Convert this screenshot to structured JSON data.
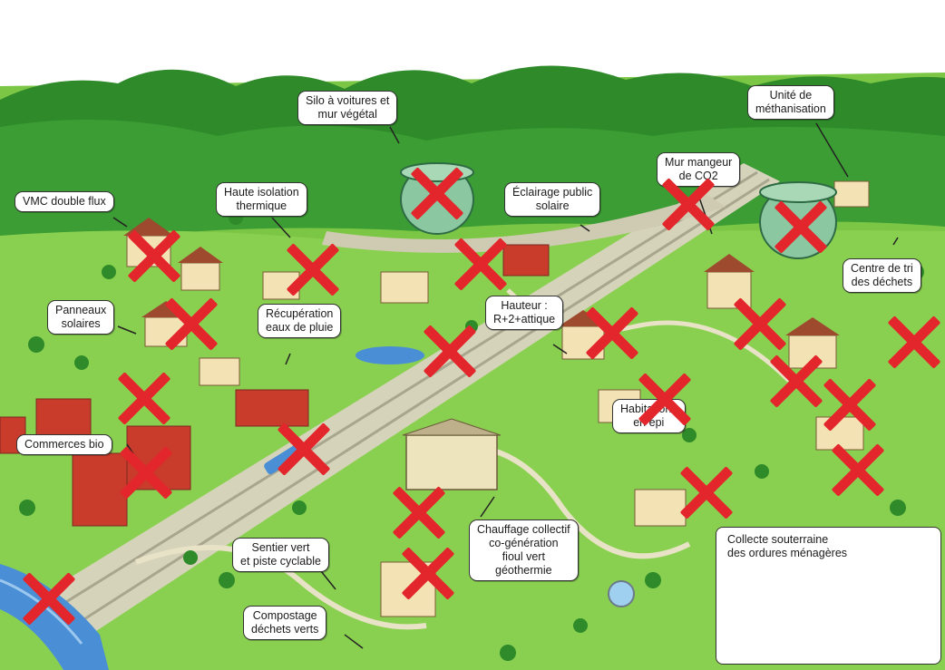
{
  "labels": {
    "silo": "Silo à voitures et\nmur végétal",
    "methanisation": "Unité de\nméthanisation",
    "vmc": "VMC double flux",
    "isolation": "Haute isolation\nthermique",
    "eclairage": "Éclairage public\nsolaire",
    "mur_co2": "Mur mangeur\nde CO2",
    "tri": "Centre de tri\ndes déchets",
    "panneaux": "Panneaux\nsolaires",
    "recuperation": "Récupération\neaux de pluie",
    "hauteur": "Hauteur :\nR+2+attique",
    "habitations": "Habitations\nen épi",
    "commerces": "Commerces bio",
    "sentier": "Sentier vert\net piste cyclable",
    "chauffage": "Chauffage collectif\nco-génération\nfioul vert\ngéothermie",
    "compostage": "Compostage\ndéchets verts"
  },
  "inset": {
    "title": "Collecte souterraine\ndes ordures ménagères"
  },
  "colors": {
    "cross": "#e3262b",
    "grass": "#6fbf3a",
    "forest": "#2f8a2a",
    "road": "#c9c7b0",
    "river": "#4a8fd6"
  }
}
